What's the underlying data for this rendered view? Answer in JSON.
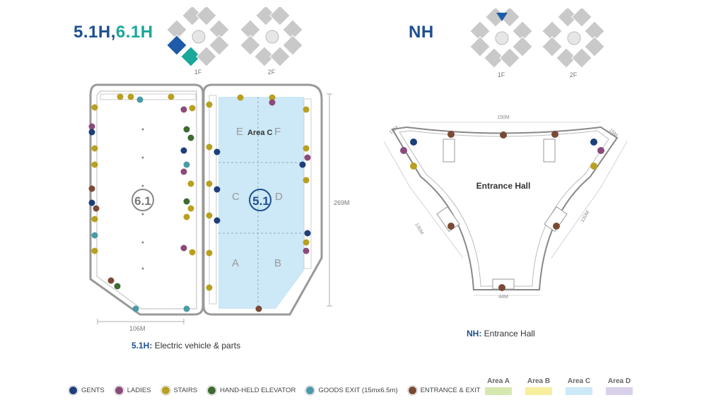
{
  "left_hall": {
    "title_part1": "5.1H,",
    "title_part2": "6.1H",
    "floor1": "1F",
    "floor2": "2F",
    "hall_61_label": "6.1",
    "hall_51_label": "5.1",
    "area_c_label": "Area C",
    "zone_e": "E",
    "zone_f": "F",
    "zone_c": "C",
    "zone_d": "D",
    "zone_a": "A",
    "zone_b": "B",
    "dim_width": "106M",
    "dim_height": "269M",
    "caption_bold": "5.1H:",
    "caption_text": "Electric vehicle & parts"
  },
  "right_hall": {
    "title": "NH",
    "floor1": "1F",
    "floor2": "2F",
    "hall_label": "Entrance Hall",
    "dim_top": "150M",
    "dim_left_side": "130M",
    "dim_right_side": "130M",
    "dim_bottom": "44M",
    "dim_corner_left": "15M",
    "dim_corner_right": "15M",
    "caption_bold": "NH:",
    "caption_text": "Entrance Hall"
  },
  "legend": [
    {
      "label": "GENTS",
      "icon": "gents-icon",
      "color": "#1d3f7a"
    },
    {
      "label": "LADIES",
      "icon": "ladies-icon",
      "color": "#8b4a7a"
    },
    {
      "label": "STAIRS",
      "icon": "stairs-icon",
      "color": "#b8a020"
    },
    {
      "label": "HAND-HELD ELEVATOR",
      "icon": "elevator-icon",
      "color": "#3d6b32"
    },
    {
      "label": "GOODS EXIT (15mx6.5m)",
      "icon": "goods-exit-icon",
      "color": "#4a9aa8"
    },
    {
      "label": "ENTRANCE & EXIT",
      "icon": "entrance-exit-icon",
      "color": "#7a4a35"
    }
  ],
  "areas": [
    {
      "label": "Area A",
      "color": "#d6e8b0"
    },
    {
      "label": "Area B",
      "color": "#f7ef9e"
    },
    {
      "label": "Area C",
      "color": "#cde8f6"
    },
    {
      "label": "Area D",
      "color": "#d9d0ea"
    }
  ]
}
